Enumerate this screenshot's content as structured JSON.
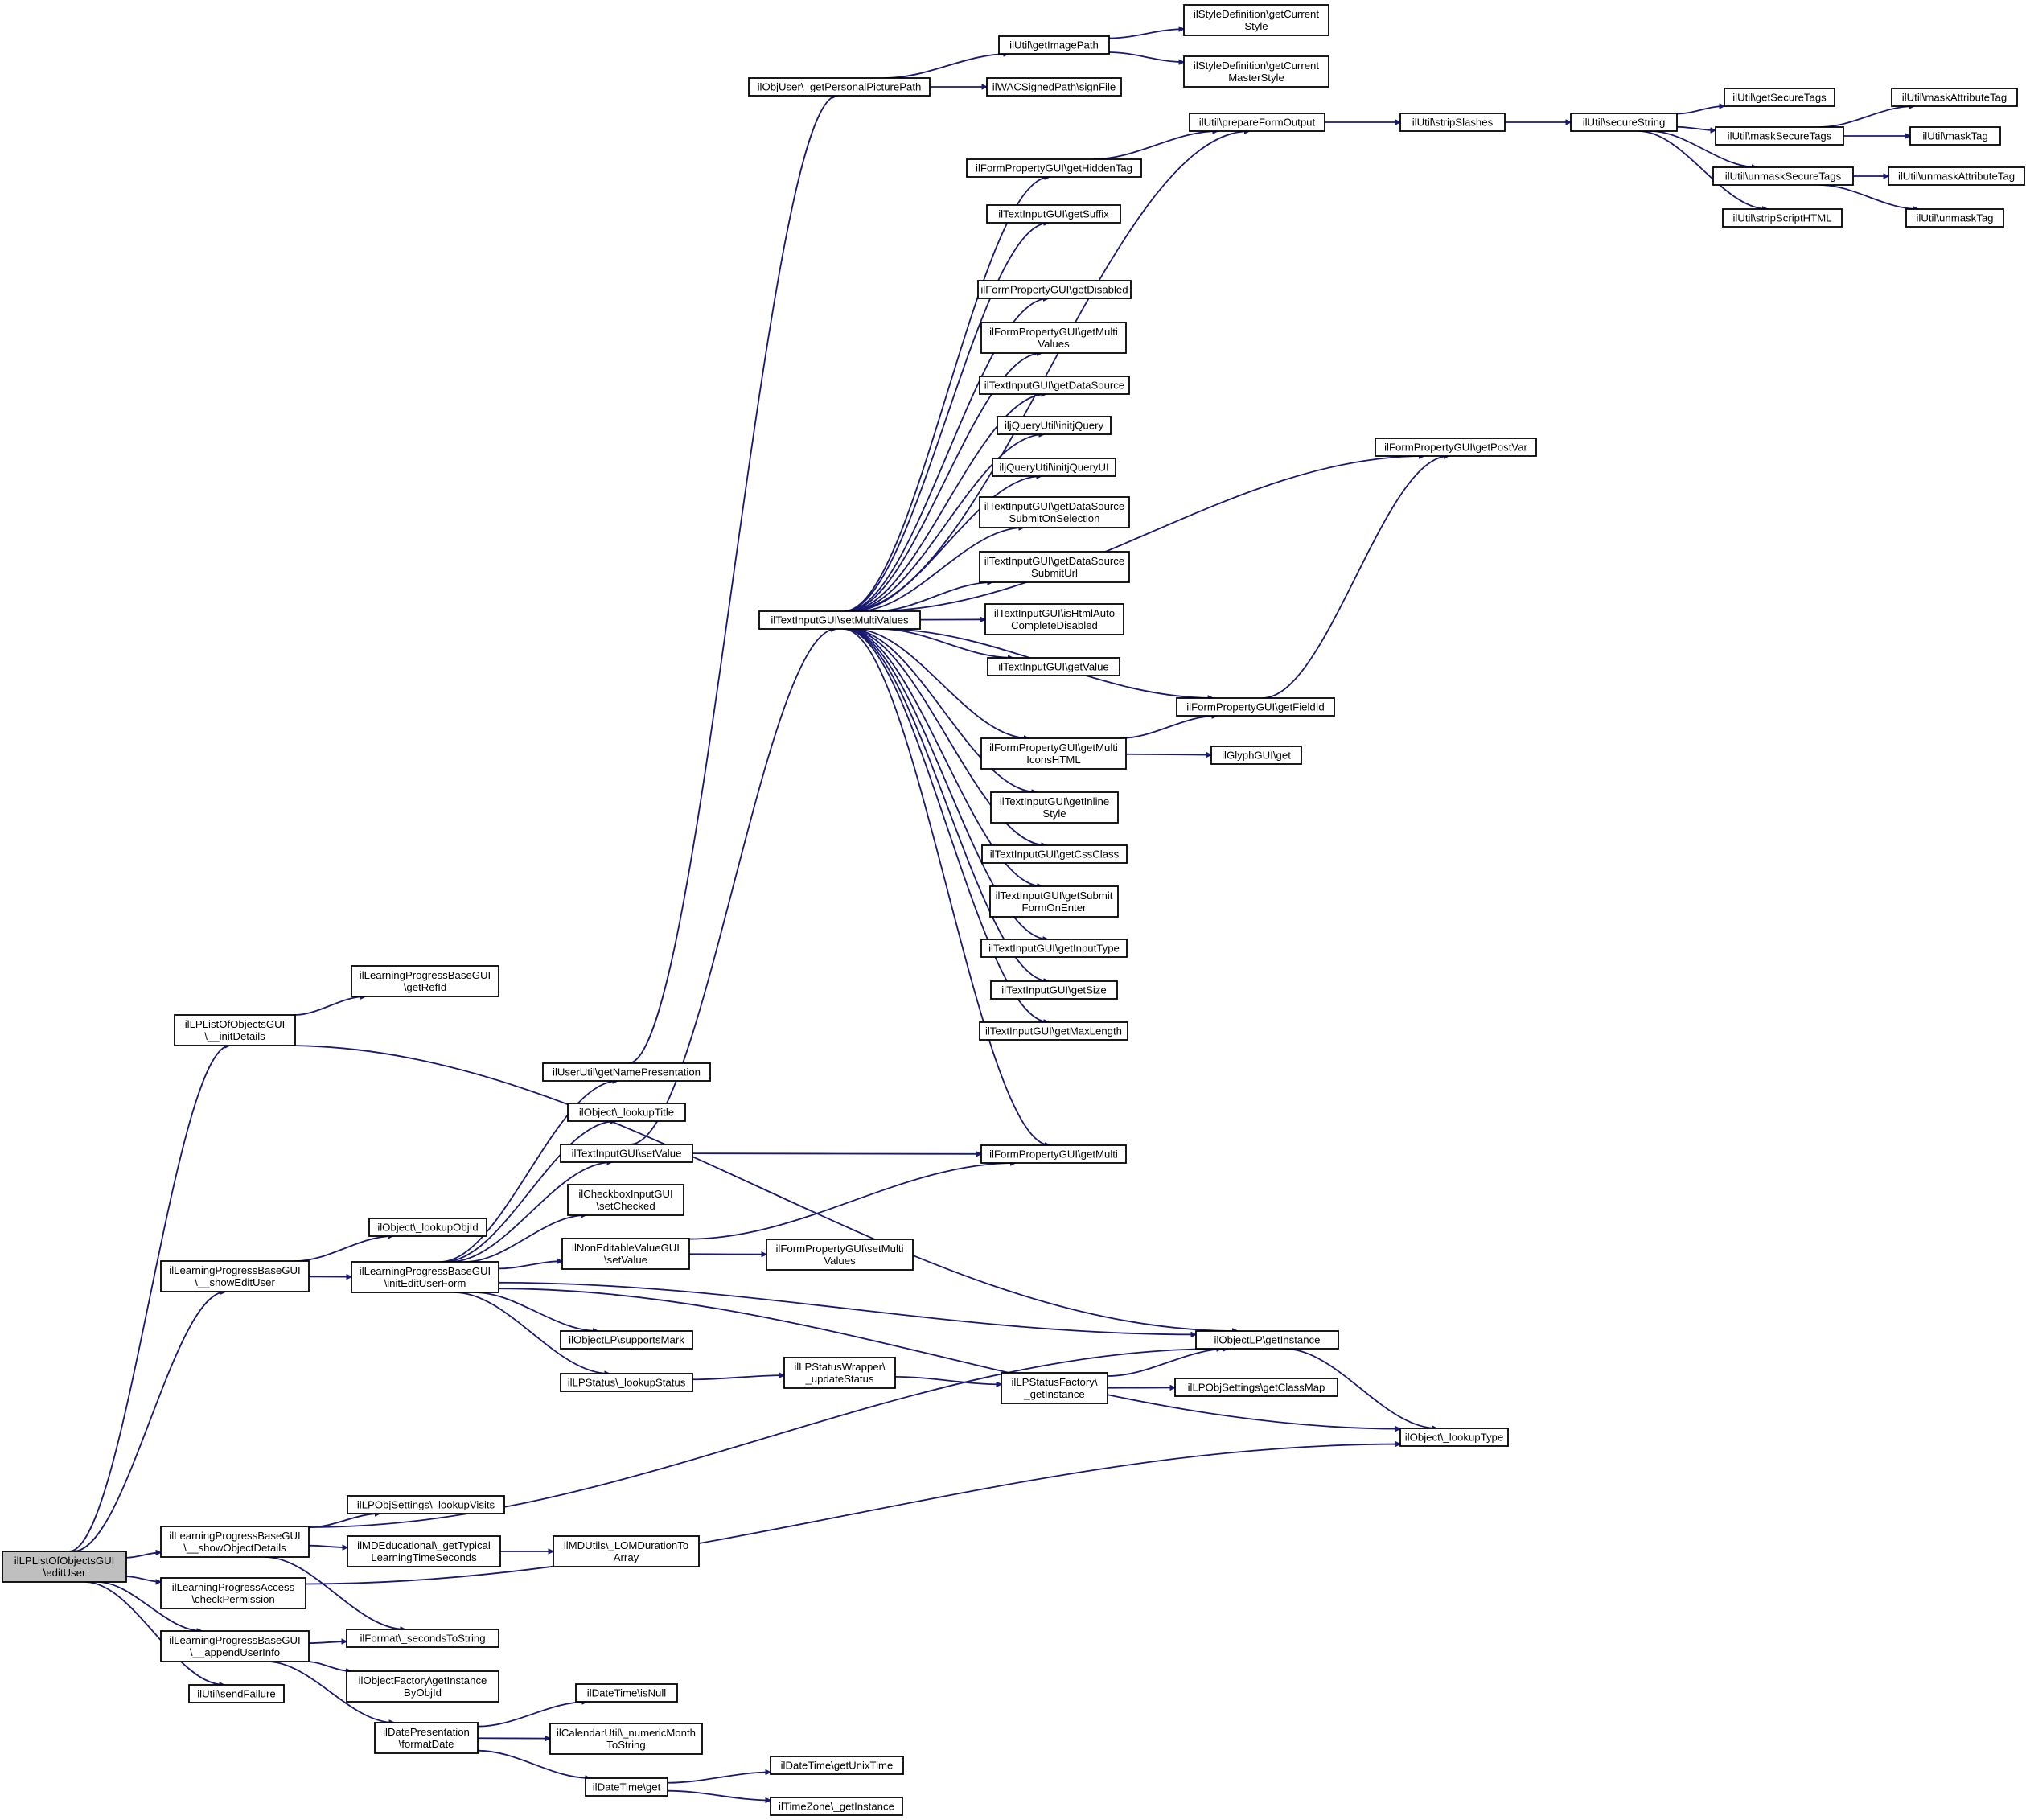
{
  "diagram": {
    "type": "call-graph",
    "colors": {
      "edge": "#191970",
      "node_fill": "#ffffff",
      "root_fill": "#bfbfbf",
      "node_stroke": "#000000"
    },
    "nodes": [
      {
        "id": "root",
        "lines": [
          "ilLPListOfObjectsGUI",
          "\\editUser"
        ],
        "root": true
      },
      {
        "id": "initDetails",
        "lines": [
          "ilLPListOfObjectsGUI",
          "\\__initDetails"
        ]
      },
      {
        "id": "getRefId",
        "lines": [
          "ilLearningProgressBaseGUI",
          "\\getRefId"
        ]
      },
      {
        "id": "showEditUser",
        "lines": [
          "ilLearningProgressBaseGUI",
          "\\__showEditUser"
        ]
      },
      {
        "id": "lookupObjId",
        "lines": [
          "ilObject\\_lookupObjId"
        ]
      },
      {
        "id": "initEditUserForm",
        "lines": [
          "ilLearningProgressBaseGUI",
          "\\initEditUserForm"
        ]
      },
      {
        "id": "showObjectDetails",
        "lines": [
          "ilLearningProgressBaseGUI",
          "\\__showObjectDetails"
        ]
      },
      {
        "id": "checkPermission",
        "lines": [
          "ilLearningProgressAccess",
          "\\checkPermission"
        ]
      },
      {
        "id": "appendUserInfo",
        "lines": [
          "ilLearningProgressBaseGUI",
          "\\__appendUserInfo"
        ]
      },
      {
        "id": "sendFailure",
        "lines": [
          "ilUtil\\sendFailure"
        ]
      },
      {
        "id": "getNamePresentation",
        "lines": [
          "ilUserUtil\\getNamePresentation"
        ]
      },
      {
        "id": "lookupTitle",
        "lines": [
          "ilObject\\_lookupTitle"
        ]
      },
      {
        "id": "tiSetValue",
        "lines": [
          "ilTextInputGUI\\setValue"
        ]
      },
      {
        "id": "setChecked",
        "lines": [
          "ilCheckboxInputGUI",
          "\\setChecked"
        ]
      },
      {
        "id": "neSetValue",
        "lines": [
          "ilNonEditableValueGUI",
          "\\setValue"
        ]
      },
      {
        "id": "supportsMark",
        "lines": [
          "ilObjectLP\\supportsMark"
        ]
      },
      {
        "id": "lookupStatus",
        "lines": [
          "ilLPStatus\\_lookupStatus"
        ]
      },
      {
        "id": "lookupVisits",
        "lines": [
          "ilLPObjSettings\\_lookupVisits"
        ]
      },
      {
        "id": "typicalTime",
        "lines": [
          "ilMDEducational\\_getTypical",
          "LearningTimeSeconds"
        ]
      },
      {
        "id": "secondsToString",
        "lines": [
          "ilFormat\\_secondsToString"
        ]
      },
      {
        "id": "ofGetInstance",
        "lines": [
          "ilObjectFactory\\getInstance",
          "ByObjId"
        ]
      },
      {
        "id": "formatDate",
        "lines": [
          "ilDatePresentation",
          "\\formatDate"
        ]
      },
      {
        "id": "lomDuration",
        "lines": [
          "ilMDUtils\\_LOMDurationTo",
          "Array"
        ]
      },
      {
        "id": "dtIsNull",
        "lines": [
          "ilDateTime\\isNull"
        ]
      },
      {
        "id": "numericMonth",
        "lines": [
          "ilCalendarUtil\\_numericMonth",
          "ToString"
        ]
      },
      {
        "id": "dtGet",
        "lines": [
          "ilDateTime\\get"
        ]
      },
      {
        "id": "getUnixTime",
        "lines": [
          "ilDateTime\\getUnixTime"
        ]
      },
      {
        "id": "tzGetInstance",
        "lines": [
          "ilTimeZone\\_getInstance"
        ]
      },
      {
        "id": "setMultiValues",
        "lines": [
          "ilTextInputGUI\\setMultiValues"
        ]
      },
      {
        "id": "fpSetMultiValues",
        "lines": [
          "ilFormPropertyGUI\\setMulti",
          "Values"
        ]
      },
      {
        "id": "updateStatus",
        "lines": [
          "ilLPStatusWrapper\\",
          "_updateStatus"
        ]
      },
      {
        "id": "sfGetInstance",
        "lines": [
          "ilLPStatusFactory\\",
          "_getInstance"
        ]
      },
      {
        "id": "personalPicture",
        "lines": [
          "ilObjUser\\_getPersonalPicturePath"
        ]
      },
      {
        "id": "getImagePath",
        "lines": [
          "ilUtil\\getImagePath"
        ]
      },
      {
        "id": "signFile",
        "lines": [
          "ilWACSignedPath\\signFile"
        ]
      },
      {
        "id": "getCurrentStyle",
        "lines": [
          "ilStyleDefinition\\getCurrent",
          "Style"
        ]
      },
      {
        "id": "getCurrentMasterStyle",
        "lines": [
          "ilStyleDefinition\\getCurrent",
          "MasterStyle"
        ]
      },
      {
        "id": "getHiddenTag",
        "lines": [
          "ilFormPropertyGUI\\getHiddenTag"
        ]
      },
      {
        "id": "getSuffix",
        "lines": [
          "ilTextInputGUI\\getSuffix"
        ]
      },
      {
        "id": "getDisabled",
        "lines": [
          "ilFormPropertyGUI\\getDisabled"
        ]
      },
      {
        "id": "getMultiValues",
        "lines": [
          "ilFormPropertyGUI\\getMulti",
          "Values"
        ]
      },
      {
        "id": "getDataSource",
        "lines": [
          "ilTextInputGUI\\getDataSource"
        ]
      },
      {
        "id": "initjQuery",
        "lines": [
          "iljQueryUtil\\initjQuery"
        ]
      },
      {
        "id": "initjQueryUI",
        "lines": [
          "iljQueryUtil\\initjQueryUI"
        ]
      },
      {
        "id": "dsSubmitOnSelection",
        "lines": [
          "ilTextInputGUI\\getDataSource",
          "SubmitOnSelection"
        ]
      },
      {
        "id": "dsSubmitUrl",
        "lines": [
          "ilTextInputGUI\\getDataSource",
          "SubmitUrl"
        ]
      },
      {
        "id": "htmlAutoComplete",
        "lines": [
          "ilTextInputGUI\\isHtmlAuto",
          "CompleteDisabled"
        ]
      },
      {
        "id": "tiGetValue",
        "lines": [
          "ilTextInputGUI\\getValue"
        ]
      },
      {
        "id": "multiIconsHTML",
        "lines": [
          "ilFormPropertyGUI\\getMulti",
          "IconsHTML"
        ]
      },
      {
        "id": "inlineStyle",
        "lines": [
          "ilTextInputGUI\\getInline",
          "Style"
        ]
      },
      {
        "id": "cssClass",
        "lines": [
          "ilTextInputGUI\\getCssClass"
        ]
      },
      {
        "id": "submitOnEnter",
        "lines": [
          "ilTextInputGUI\\getSubmit",
          "FormOnEnter"
        ]
      },
      {
        "id": "inputType",
        "lines": [
          "ilTextInputGUI\\getInputType"
        ]
      },
      {
        "id": "getSize",
        "lines": [
          "ilTextInputGUI\\getSize"
        ]
      },
      {
        "id": "maxLength",
        "lines": [
          "ilTextInputGUI\\getMaxLength"
        ]
      },
      {
        "id": "fpGetMulti",
        "lines": [
          "ilFormPropertyGUI\\getMulti"
        ]
      },
      {
        "id": "prepareFormOutput",
        "lines": [
          "ilUtil\\prepareFormOutput"
        ]
      },
      {
        "id": "stripSlashes",
        "lines": [
          "ilUtil\\stripSlashes"
        ]
      },
      {
        "id": "secureString",
        "lines": [
          "ilUtil\\secureString"
        ]
      },
      {
        "id": "getSecureTags",
        "lines": [
          "ilUtil\\getSecureTags"
        ]
      },
      {
        "id": "maskSecureTags",
        "lines": [
          "ilUtil\\maskSecureTags"
        ]
      },
      {
        "id": "unmaskSecureTags",
        "lines": [
          "ilUtil\\unmaskSecureTags"
        ]
      },
      {
        "id": "stripScriptHTML",
        "lines": [
          "ilUtil\\stripScriptHTML"
        ]
      },
      {
        "id": "maskAttributeTag",
        "lines": [
          "ilUtil\\maskAttributeTag"
        ]
      },
      {
        "id": "maskTag",
        "lines": [
          "ilUtil\\maskTag"
        ]
      },
      {
        "id": "unmaskAttributeTag",
        "lines": [
          "ilUtil\\unmaskAttributeTag"
        ]
      },
      {
        "id": "unmaskTag",
        "lines": [
          "ilUtil\\unmaskTag"
        ]
      },
      {
        "id": "getPostVar",
        "lines": [
          "ilFormPropertyGUI\\getPostVar"
        ]
      },
      {
        "id": "getFieldId",
        "lines": [
          "ilFormPropertyGUI\\getFieldId"
        ]
      },
      {
        "id": "glyphGet",
        "lines": [
          "ilGlyphGUI\\get"
        ]
      },
      {
        "id": "objectLPGetInstance",
        "lines": [
          "ilObjectLP\\getInstance"
        ]
      },
      {
        "id": "getClassMap",
        "lines": [
          "ilLPObjSettings\\getClassMap"
        ]
      },
      {
        "id": "lookupType",
        "lines": [
          "ilObject\\_lookupType"
        ]
      }
    ],
    "edges": [
      [
        "root",
        "initDetails"
      ],
      [
        "root",
        "showEditUser"
      ],
      [
        "root",
        "showObjectDetails"
      ],
      [
        "root",
        "checkPermission"
      ],
      [
        "root",
        "appendUserInfo"
      ],
      [
        "root",
        "sendFailure"
      ],
      [
        "initDetails",
        "getRefId"
      ],
      [
        "initDetails",
        "objectLPGetInstance"
      ],
      [
        "showEditUser",
        "lookupObjId"
      ],
      [
        "showEditUser",
        "initEditUserForm"
      ],
      [
        "initEditUserForm",
        "getNamePresentation"
      ],
      [
        "initEditUserForm",
        "lookupTitle"
      ],
      [
        "initEditUserForm",
        "tiSetValue"
      ],
      [
        "initEditUserForm",
        "setChecked"
      ],
      [
        "initEditUserForm",
        "neSetValue"
      ],
      [
        "initEditUserForm",
        "supportsMark"
      ],
      [
        "initEditUserForm",
        "lookupStatus"
      ],
      [
        "initEditUserForm",
        "objectLPGetInstance"
      ],
      [
        "initEditUserForm",
        "lookupType"
      ],
      [
        "getNamePresentation",
        "personalPicture"
      ],
      [
        "personalPicture",
        "getImagePath"
      ],
      [
        "personalPicture",
        "signFile"
      ],
      [
        "getImagePath",
        "getCurrentStyle"
      ],
      [
        "getImagePath",
        "getCurrentMasterStyle"
      ],
      [
        "tiSetValue",
        "setMultiValues"
      ],
      [
        "tiSetValue",
        "fpGetMulti"
      ],
      [
        "neSetValue",
        "fpGetMulti"
      ],
      [
        "neSetValue",
        "fpSetMultiValues"
      ],
      [
        "lookupStatus",
        "updateStatus"
      ],
      [
        "updateStatus",
        "sfGetInstance"
      ],
      [
        "sfGetInstance",
        "objectLPGetInstance"
      ],
      [
        "sfGetInstance",
        "getClassMap"
      ],
      [
        "objectLPGetInstance",
        "lookupType"
      ],
      [
        "showObjectDetails",
        "objectLPGetInstance"
      ],
      [
        "showObjectDetails",
        "lookupVisits"
      ],
      [
        "showObjectDetails",
        "typicalTime"
      ],
      [
        "showObjectDetails",
        "secondsToString"
      ],
      [
        "typicalTime",
        "lomDuration"
      ],
      [
        "checkPermission",
        "lookupType"
      ],
      [
        "appendUserInfo",
        "secondsToString"
      ],
      [
        "appendUserInfo",
        "ofGetInstance"
      ],
      [
        "appendUserInfo",
        "formatDate"
      ],
      [
        "formatDate",
        "dtIsNull"
      ],
      [
        "formatDate",
        "numericMonth"
      ],
      [
        "formatDate",
        "dtGet"
      ],
      [
        "dtGet",
        "getUnixTime"
      ],
      [
        "dtGet",
        "tzGetInstance"
      ],
      [
        "setMultiValues",
        "prepareFormOutput"
      ],
      [
        "setMultiValues",
        "getHiddenTag"
      ],
      [
        "setMultiValues",
        "getPostVar"
      ],
      [
        "setMultiValues",
        "getSuffix"
      ],
      [
        "setMultiValues",
        "getDisabled"
      ],
      [
        "setMultiValues",
        "getMultiValues"
      ],
      [
        "setMultiValues",
        "getDataSource"
      ],
      [
        "setMultiValues",
        "initjQuery"
      ],
      [
        "setMultiValues",
        "initjQueryUI"
      ],
      [
        "setMultiValues",
        "dsSubmitOnSelection"
      ],
      [
        "setMultiValues",
        "dsSubmitUrl"
      ],
      [
        "setMultiValues",
        "htmlAutoComplete"
      ],
      [
        "setMultiValues",
        "tiGetValue"
      ],
      [
        "setMultiValues",
        "getFieldId"
      ],
      [
        "setMultiValues",
        "multiIconsHTML"
      ],
      [
        "setMultiValues",
        "inlineStyle"
      ],
      [
        "setMultiValues",
        "cssClass"
      ],
      [
        "setMultiValues",
        "submitOnEnter"
      ],
      [
        "setMultiValues",
        "inputType"
      ],
      [
        "setMultiValues",
        "getSize"
      ],
      [
        "setMultiValues",
        "maxLength"
      ],
      [
        "setMultiValues",
        "fpGetMulti"
      ],
      [
        "getHiddenTag",
        "prepareFormOutput"
      ],
      [
        "prepareFormOutput",
        "stripSlashes"
      ],
      [
        "stripSlashes",
        "secureString"
      ],
      [
        "secureString",
        "getSecureTags"
      ],
      [
        "secureString",
        "maskSecureTags"
      ],
      [
        "secureString",
        "unmaskSecureTags"
      ],
      [
        "secureString",
        "stripScriptHTML"
      ],
      [
        "maskSecureTags",
        "maskAttributeTag"
      ],
      [
        "maskSecureTags",
        "maskTag"
      ],
      [
        "unmaskSecureTags",
        "unmaskAttributeTag"
      ],
      [
        "unmaskSecureTags",
        "unmaskTag"
      ],
      [
        "getFieldId",
        "getPostVar"
      ],
      [
        "multiIconsHTML",
        "getFieldId"
      ],
      [
        "multiIconsHTML",
        "glyphGet"
      ]
    ]
  }
}
